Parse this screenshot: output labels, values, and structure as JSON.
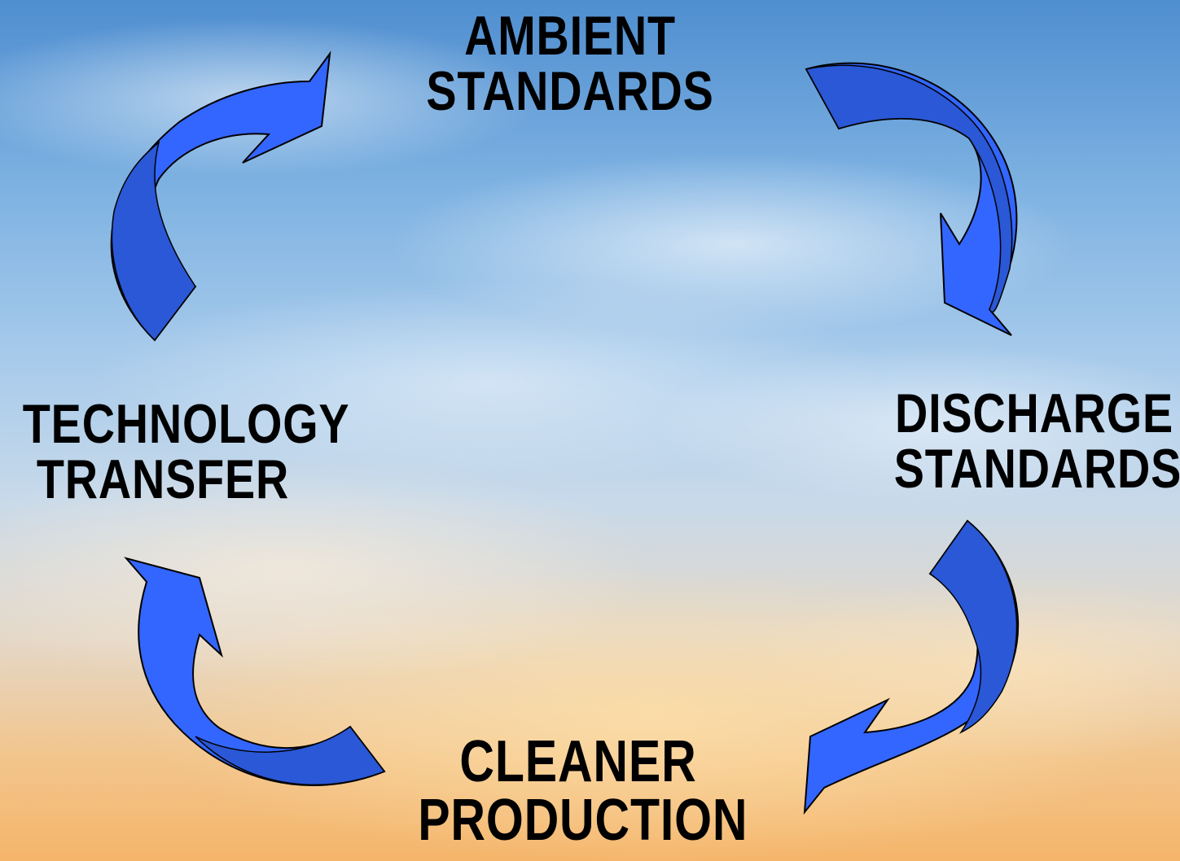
{
  "labels": {
    "ambient": [
      "AMBIENT",
      "STANDARDS"
    ],
    "discharge": [
      "DISCHARGE",
      "STANDARDS"
    ],
    "cleaner": [
      "CLEANER",
      "PRODUCTION"
    ],
    "technology": [
      "TECHNOLOGY",
      "TRANSFER"
    ]
  },
  "colors": {
    "arrow_fill": "#3366ff",
    "arrow_shade": "#2a58d6",
    "text": "#000000"
  }
}
